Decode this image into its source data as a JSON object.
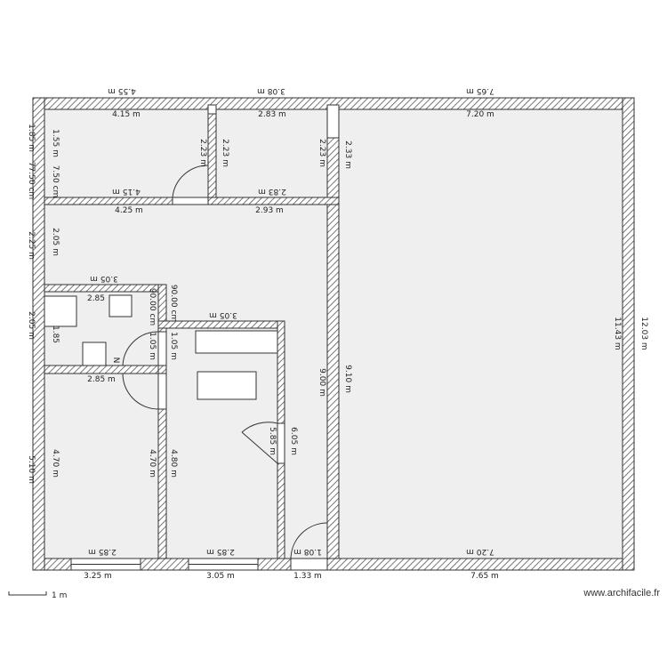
{
  "watermark": "www.archifacile.fr",
  "scale_label": "1 m",
  "colors": {
    "wall": "#333333",
    "hatch": "#555555",
    "floor": "#efefef",
    "furniture": "#ffffff"
  },
  "dims": {
    "top_out_1": "4.55 m",
    "top_out_2": "3.08 m",
    "top_out_3": "7.65 m",
    "top_in_1": "4.15 m",
    "top_in_2": "2.83 m",
    "top_in_3": "7.20 m",
    "left_a": "1.85 m",
    "left_b": "77.50 cm",
    "left_c": "2.25 m",
    "left_d": "2.05 m",
    "left_e": "5.10 m",
    "in_left_a": "1.55 m",
    "in_left_b": "7.50 cm",
    "in_left_c": "2.05 m",
    "in_left_d": "1.85",
    "in_left_e": "4.70 m",
    "part_1_up": "4.15 m",
    "part_1_dn": "4.25 m",
    "part_2_up": "2.83 m",
    "part_2_dn": "2.93 m",
    "v_223_a": "2.23 m",
    "v_223_b": "2.23 m",
    "v_223_c": "2.23 m",
    "v_233": "2.33 m",
    "wc_top": "3.05 m",
    "wc_label": "2.85",
    "wc_bot": "2.85 m",
    "v_9000_a": "90.00 cm",
    "v_9000_b": "90.00 cm",
    "v_105_a": "1.05 m",
    "v_105_b": "1.05 m",
    "room2_top": "3.05 m",
    "v_470": "4.70 m",
    "v_480": "4.80 m",
    "v_585": "5.85 m",
    "v_605": "6.05 m",
    "v_900": "9.00 m",
    "v_910": "9.10 m",
    "v_1143": "11.43 m",
    "v_1203": "12.03 m",
    "bot_in_1": "2.85 m",
    "bot_in_2": "2.85 m",
    "bot_in_3": "1.08 m",
    "bot_in_4": "7.20 m",
    "bot_out_1": "3.25 m",
    "bot_out_2": "3.05 m",
    "bot_out_3": "1.33 m",
    "bot_out_4": "7.65 m",
    "mark_n": "N"
  }
}
